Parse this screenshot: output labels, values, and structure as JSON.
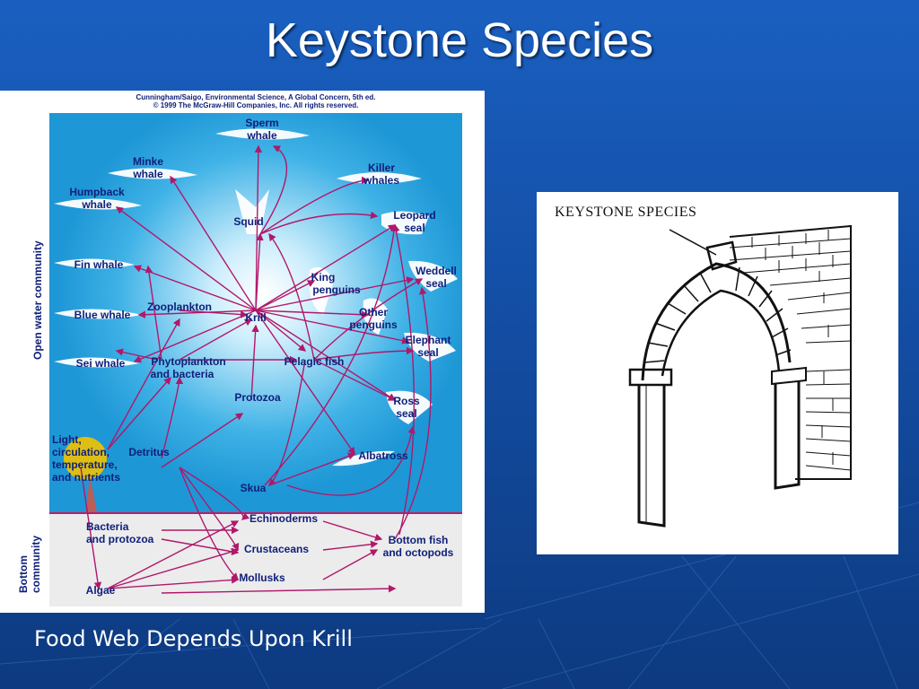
{
  "slide": {
    "title": "Keystone Species",
    "caption": "Food Web Depends Upon Krill"
  },
  "foodweb": {
    "credit_line1": "Cunningham/Saigo, Environmental Science, A Global Concern, 5th ed.",
    "credit_line2": "© 1999 The McGraw-Hill Companies, Inc. All rights reserved.",
    "zone_open_water": "Open water community",
    "zone_bottom": "Bottom community",
    "nodes": {
      "sperm_whale_1": "Sperm",
      "sperm_whale_2": "whale",
      "minke_whale_1": "Minke",
      "minke_whale_2": "whale",
      "killer_whales_1": "Killer",
      "killer_whales_2": "whales",
      "humpback_whale_1": "Humpback",
      "humpback_whale_2": "whale",
      "squid": "Squid",
      "leopard_seal_1": "Leopard",
      "leopard_seal_2": "seal",
      "fin_whale": "Fin whale",
      "weddell_seal_1": "Weddell",
      "weddell_seal_2": "seal",
      "king_penguins_1": "King",
      "king_penguins_2": "penguins",
      "zooplankton": "Zooplankton",
      "blue_whale": "Blue whale",
      "krill": "Krill",
      "other_penguins_1": "Other",
      "other_penguins_2": "penguins",
      "elephant_seal_1": "Elephant",
      "elephant_seal_2": "seal",
      "sei_whale": "Sei whale",
      "phytoplankton_1": "Phytoplankton",
      "phytoplankton_2": "and bacteria",
      "pelagic_fish": "Pelagic fish",
      "protozoa": "Protozoa",
      "ross_seal_1": "Ross",
      "ross_seal_2": "seal",
      "light_1": "Light,",
      "light_2": "circulation,",
      "light_3": "temperature,",
      "light_4": "and nutrients",
      "detritus": "Detritus",
      "albatross": "Albatross",
      "skua": "Skua",
      "echinoderms": "Echinoderms",
      "bacteria_1": "Bacteria",
      "bacteria_2": "and protozoa",
      "crustaceans": "Crustaceans",
      "bottom_fish_1": "Bottom fish",
      "bottom_fish_2": "and octopods",
      "mollusks": "Mollusks",
      "algae": "Algae"
    }
  },
  "arch": {
    "label": "KEYSTONE SPECIES"
  },
  "colors": {
    "background": "#1450a8",
    "ocean": "#2aa8e0",
    "arrow": "#b0186a",
    "bottom_zone": "#ececec"
  }
}
